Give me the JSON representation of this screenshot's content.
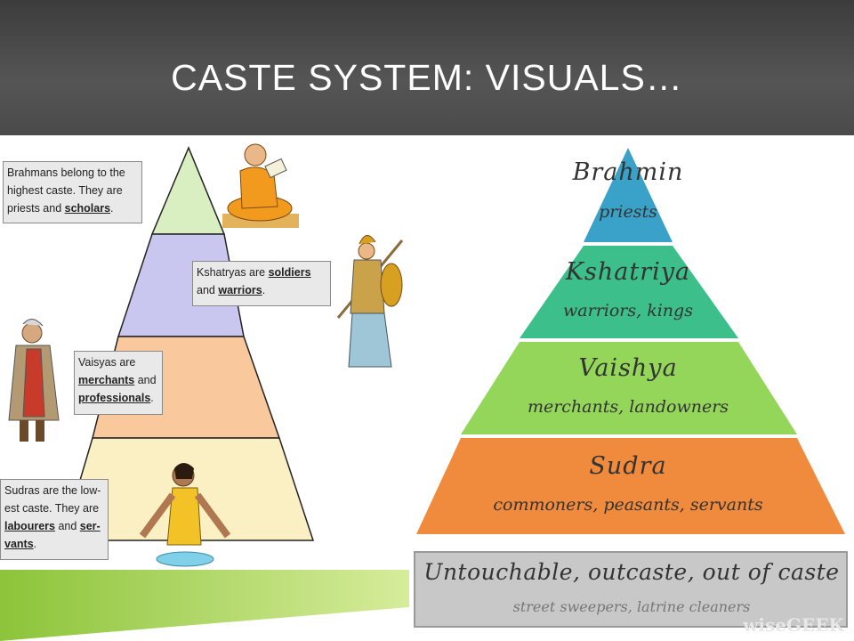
{
  "slide": {
    "title": "CASTE SYSTEM: VISUALS…"
  },
  "left_pyramid": {
    "boxes": [
      {
        "pre": "Brahmans belong to the highest caste. They are priests and ",
        "bold": "scholars",
        "post": "."
      },
      {
        "pre": "Kshatryas are ",
        "bold": "soldiers",
        "mid": " and ",
        "bold2": "warriors",
        "post": "."
      },
      {
        "pre": "Vaisyas are ",
        "bold": "merchants",
        "mid": " and ",
        "bold2": "professionals",
        "post": "."
      },
      {
        "pre": "Sudras are the low-est caste. They are ",
        "bold": "labourers",
        "mid": " and ",
        "bold2": "ser-vants",
        "post": "."
      }
    ],
    "colors": [
      "#d9efc2",
      "#c9c6ef",
      "#f9c89c",
      "#fbefc4"
    ]
  },
  "right_pyramid": {
    "tiers": [
      {
        "name": "Brahmin",
        "sub": "priests",
        "color": "#3aa2c8"
      },
      {
        "name": "Kshatriya",
        "sub": "warriors, kings",
        "color": "#3cbf8a"
      },
      {
        "name": "Vaishya",
        "sub": "merchants, landowners",
        "color": "#93d65a"
      },
      {
        "name": "Sudra",
        "sub": "commoners, peasants, servants",
        "color": "#f08a3c"
      }
    ],
    "untouchable": {
      "name": "Untouchable, outcaste, out of caste",
      "sub": "street sweepers, latrine cleaners"
    },
    "watermark": "wiseGEEK"
  }
}
